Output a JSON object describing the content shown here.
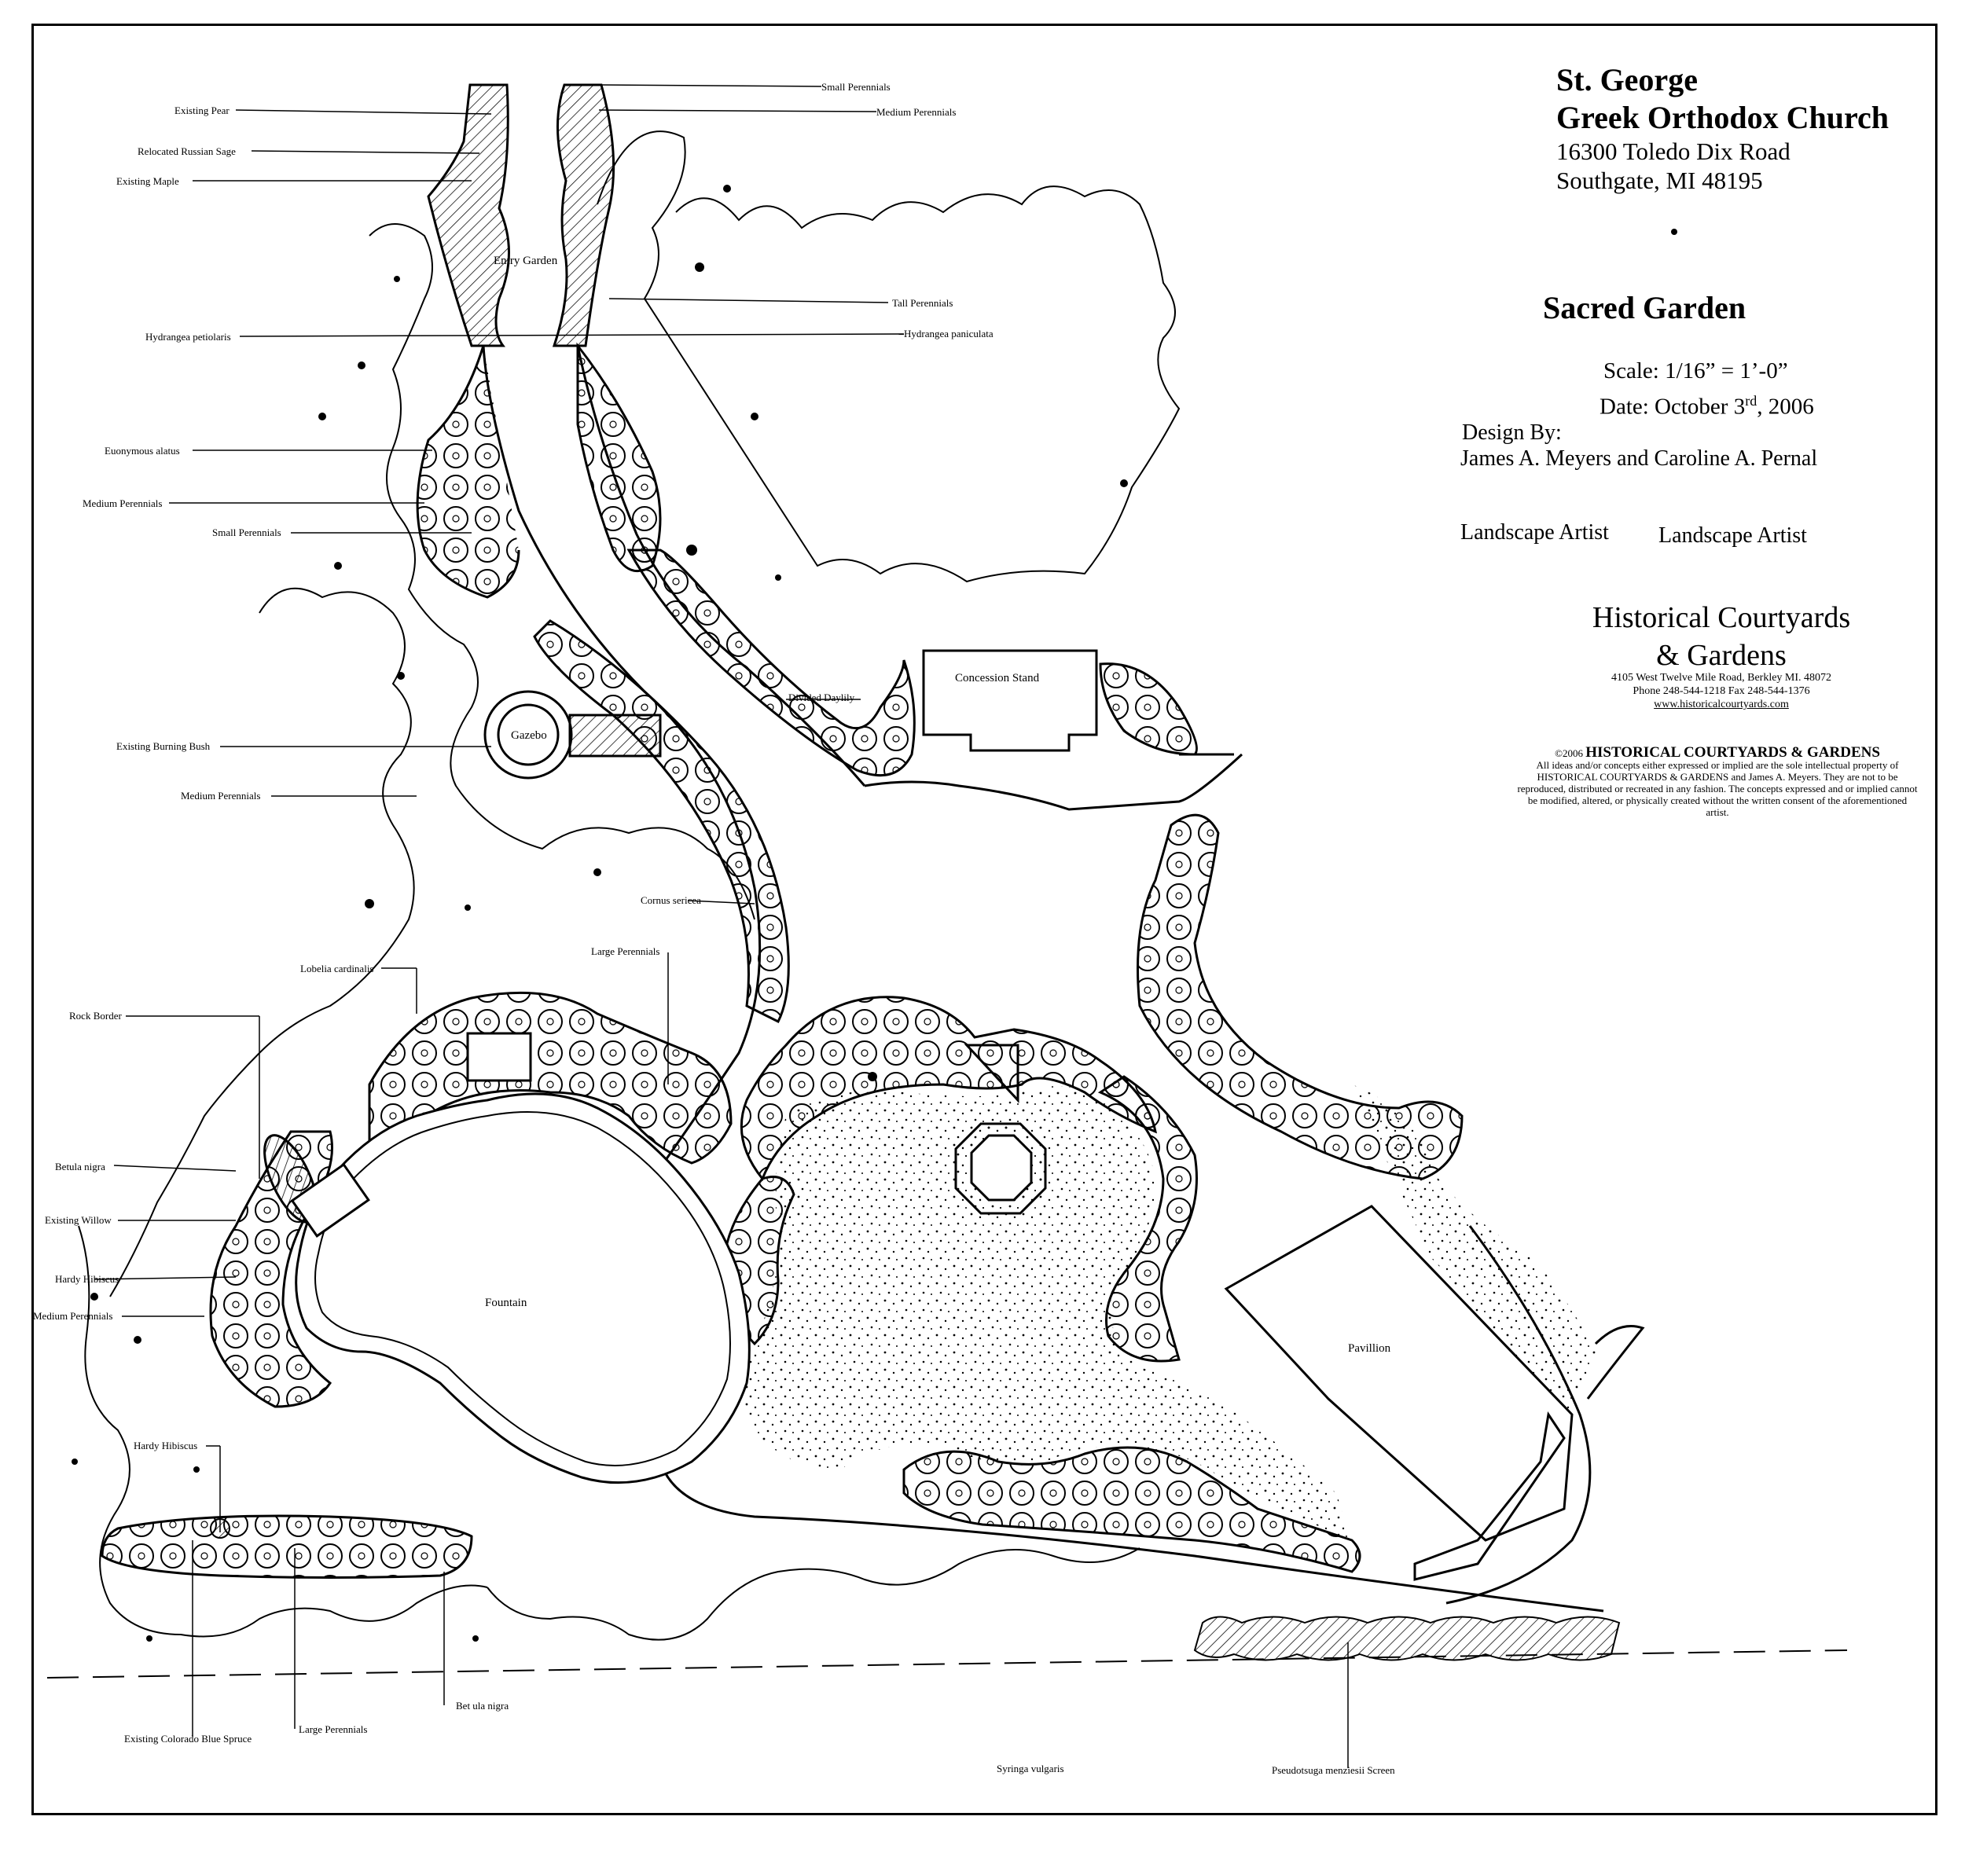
{
  "title_block": {
    "church_line1": "St. George",
    "church_line2": "Greek Orthodox Church",
    "address_line1": "16300 Toledo Dix Road",
    "address_line2": "Southgate, MI 48195",
    "garden_name": "Sacred Garden",
    "scale": "Scale: 1/16” = 1’-0”",
    "date_prefix": "Date: October 3",
    "date_sup": "rd",
    "date_suffix": ", 2006",
    "design_by": "Design By:",
    "designer_1": "James A. Meyers",
    "designer_and": "and",
    "designer_2": "Caroline A. Pernal",
    "role_1": "Landscape Artist",
    "role_2": "Landscape Artist"
  },
  "company": {
    "line1": "Historical Courtyards",
    "line2": "& Gardens",
    "address": "4105 West Twelve Mile Road, Berkley MI. 48072",
    "phone": "Phone 248-544-1218   Fax  248-544-1376",
    "web": "www.historicalcourtyards.com"
  },
  "copyright": {
    "prefix": "©2006",
    "name": "HISTORICAL COURTYARDS & GARDENS",
    "body": "All ideas and/or concepts either expressed or implied are the sole intellectual property of HISTORICAL COURTYARDS & GARDENS and James A. Meyers.  They are not to be reproduced, distributed or recreated in any fashion.  The concepts expressed and or implied cannot be modified, altered, or physically created without the written consent of the aforementioned artist."
  },
  "areas": {
    "entry_garden": "Entry Garden",
    "gazebo": "Gazebo",
    "concession_stand": "Concession Stand",
    "fountain": "Fountain",
    "pavillion": "Pavillion"
  },
  "plant_labels": {
    "existing_pear": "Existing Pear",
    "relocated_russian_sage": "Relocated Russian Sage",
    "existing_maple": "Existing Maple",
    "small_perennials_top": "Small Perennials",
    "medium_perennials_top": "Medium Perennials",
    "tall_perennials": "Tall Perennials",
    "hydrangea_petiolaris": "Hydrangea petiolaris",
    "hydrangea_paniculata": "Hydrangea paniculata",
    "euonymous_alatus": "Euonymous alatus",
    "medium_perennials_left": "Medium Perennials",
    "small_perennials_left": "Small Perennials",
    "divided_daylily": "Divided Daylily",
    "existing_burning_bush": "Existing Burning Bush",
    "medium_perennials_mid": "Medium Perennials",
    "cornus_sericea": "Cornus sericea",
    "large_perennials_mid": "Large Perennials",
    "lobelia_cardinalis": "Lobelia cardinalis",
    "rock_border": "Rock Border",
    "betula_nigra_left": "Betula nigra",
    "existing_willow": "Existing Willow",
    "hardy_hibiscus_left": "Hardy Hibiscus",
    "medium_perennials_bottom": "Medium Perennials",
    "hardy_hibiscus_bottom": "Hardy Hibiscus",
    "existing_colorado_blue_spruce": "Existing Colorado Blue Spruce",
    "large_perennials_bottom": "Large Perennials",
    "betula_nigra_bottom": "Bet ula nigra",
    "syringa_vulgaris": "Syringa  vulgaris",
    "pseudotsuga_menziesii_screen": "Pseudotsuga menziesii Screen"
  }
}
